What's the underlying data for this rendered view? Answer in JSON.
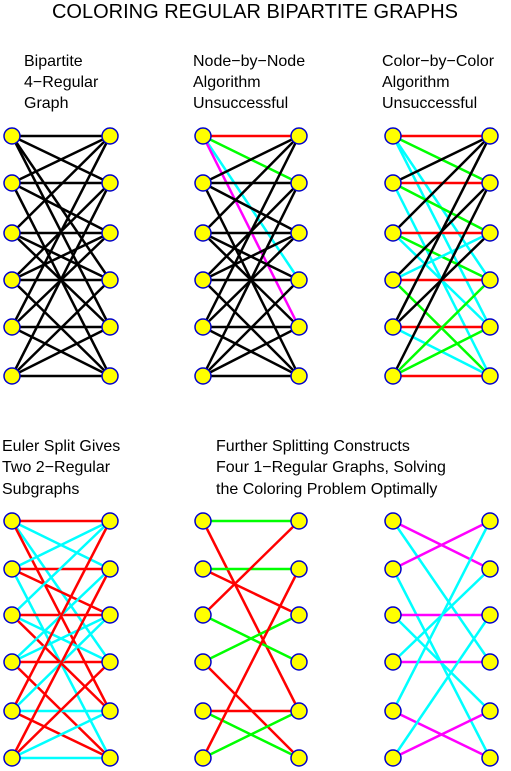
{
  "title": "COLORING REGULAR BIPARTITE GRAPHS",
  "colors": {
    "node_fill": "#ffff00",
    "node_stroke": "#0000cc",
    "black": "#000000",
    "red": "#ff0000",
    "green": "#00ff00",
    "cyan": "#00ffff",
    "magenta": "#ff00ff"
  },
  "panels": [
    {
      "id": "bipartite",
      "caption": [
        "Bipartite",
        "4−Regular",
        "Graph"
      ],
      "edges": [
        [
          0,
          0,
          "black"
        ],
        [
          0,
          1,
          "black"
        ],
        [
          0,
          3,
          "black"
        ],
        [
          0,
          4,
          "black"
        ],
        [
          1,
          0,
          "black"
        ],
        [
          1,
          1,
          "black"
        ],
        [
          1,
          2,
          "black"
        ],
        [
          1,
          5,
          "black"
        ],
        [
          2,
          0,
          "black"
        ],
        [
          2,
          2,
          "black"
        ],
        [
          2,
          3,
          "black"
        ],
        [
          2,
          4,
          "black"
        ],
        [
          3,
          1,
          "black"
        ],
        [
          3,
          2,
          "black"
        ],
        [
          3,
          3,
          "black"
        ],
        [
          3,
          5,
          "black"
        ],
        [
          4,
          0,
          "black"
        ],
        [
          4,
          2,
          "black"
        ],
        [
          4,
          4,
          "black"
        ],
        [
          4,
          5,
          "black"
        ],
        [
          5,
          1,
          "black"
        ],
        [
          5,
          3,
          "black"
        ],
        [
          5,
          4,
          "black"
        ],
        [
          5,
          5,
          "black"
        ]
      ]
    },
    {
      "id": "node-by-node",
      "caption": [
        "Node−by−Node",
        "Algorithm",
        "Unsuccessful"
      ],
      "edges": [
        [
          0,
          0,
          "red"
        ],
        [
          0,
          1,
          "green"
        ],
        [
          0,
          3,
          "cyan"
        ],
        [
          0,
          4,
          "magenta"
        ],
        [
          1,
          0,
          "black"
        ],
        [
          1,
          1,
          "black"
        ],
        [
          1,
          2,
          "black"
        ],
        [
          1,
          5,
          "black"
        ],
        [
          2,
          0,
          "black"
        ],
        [
          2,
          2,
          "black"
        ],
        [
          2,
          3,
          "black"
        ],
        [
          2,
          4,
          "black"
        ],
        [
          3,
          1,
          "black"
        ],
        [
          3,
          2,
          "black"
        ],
        [
          3,
          3,
          "black"
        ],
        [
          3,
          5,
          "black"
        ],
        [
          4,
          0,
          "black"
        ],
        [
          4,
          2,
          "black"
        ],
        [
          4,
          4,
          "black"
        ],
        [
          4,
          5,
          "black"
        ],
        [
          5,
          1,
          "black"
        ],
        [
          5,
          3,
          "black"
        ],
        [
          5,
          4,
          "black"
        ],
        [
          5,
          5,
          "black"
        ]
      ]
    },
    {
      "id": "color-by-color",
      "caption": [
        "Color−by−Color",
        "Algorithm",
        "Unsuccessful"
      ],
      "edges": [
        [
          0,
          0,
          "red"
        ],
        [
          0,
          1,
          "green"
        ],
        [
          0,
          3,
          "cyan"
        ],
        [
          0,
          4,
          "cyan"
        ],
        [
          1,
          0,
          "black"
        ],
        [
          1,
          1,
          "red"
        ],
        [
          1,
          2,
          "green"
        ],
        [
          1,
          5,
          "cyan"
        ],
        [
          2,
          0,
          "black"
        ],
        [
          2,
          2,
          "red"
        ],
        [
          2,
          3,
          "green"
        ],
        [
          2,
          4,
          "cyan"
        ],
        [
          3,
          1,
          "black"
        ],
        [
          3,
          2,
          "cyan"
        ],
        [
          3,
          3,
          "red"
        ],
        [
          3,
          5,
          "green"
        ],
        [
          4,
          0,
          "black"
        ],
        [
          4,
          2,
          "black"
        ],
        [
          4,
          4,
          "red"
        ],
        [
          4,
          5,
          "cyan"
        ],
        [
          5,
          1,
          "black"
        ],
        [
          5,
          3,
          "green"
        ],
        [
          5,
          4,
          "green"
        ],
        [
          5,
          5,
          "red"
        ]
      ]
    },
    {
      "id": "euler-split",
      "caption": [
        "Euler Split Gives",
        "Two 2−Regular",
        "Subgraphs"
      ],
      "edges": [
        [
          0,
          0,
          "red"
        ],
        [
          0,
          1,
          "cyan"
        ],
        [
          0,
          3,
          "cyan"
        ],
        [
          0,
          4,
          "red"
        ],
        [
          1,
          0,
          "cyan"
        ],
        [
          1,
          1,
          "red"
        ],
        [
          1,
          2,
          "red"
        ],
        [
          1,
          5,
          "cyan"
        ],
        [
          2,
          0,
          "cyan"
        ],
        [
          2,
          2,
          "red"
        ],
        [
          2,
          3,
          "cyan"
        ],
        [
          2,
          4,
          "red"
        ],
        [
          3,
          1,
          "cyan"
        ],
        [
          3,
          2,
          "cyan"
        ],
        [
          3,
          3,
          "red"
        ],
        [
          3,
          5,
          "red"
        ],
        [
          4,
          0,
          "red"
        ],
        [
          4,
          2,
          "cyan"
        ],
        [
          4,
          4,
          "cyan"
        ],
        [
          4,
          5,
          "red"
        ],
        [
          5,
          1,
          "red"
        ],
        [
          5,
          3,
          "red"
        ],
        [
          5,
          4,
          "cyan"
        ],
        [
          5,
          5,
          "cyan"
        ]
      ]
    },
    {
      "id": "one-regular-a",
      "caption": [
        "Further Splitting Constructs",
        "Four 1−Regular Graphs, Solving",
        "the Coloring Problem Optimally"
      ],
      "edges": [
        [
          0,
          0,
          "green"
        ],
        [
          0,
          4,
          "red"
        ],
        [
          1,
          1,
          "green"
        ],
        [
          1,
          2,
          "red"
        ],
        [
          2,
          3,
          "green"
        ],
        [
          2,
          0,
          "red"
        ],
        [
          3,
          2,
          "green"
        ],
        [
          3,
          5,
          "red"
        ],
        [
          4,
          5,
          "green"
        ],
        [
          4,
          4,
          "red"
        ],
        [
          5,
          4,
          "green"
        ],
        [
          5,
          1,
          "red"
        ]
      ]
    },
    {
      "id": "one-regular-b",
      "caption": [],
      "edges": [
        [
          0,
          1,
          "magenta"
        ],
        [
          0,
          3,
          "cyan"
        ],
        [
          1,
          0,
          "magenta"
        ],
        [
          1,
          5,
          "cyan"
        ],
        [
          2,
          2,
          "magenta"
        ],
        [
          2,
          4,
          "cyan"
        ],
        [
          3,
          3,
          "magenta"
        ],
        [
          3,
          1,
          "cyan"
        ],
        [
          4,
          5,
          "magenta"
        ],
        [
          4,
          0,
          "cyan"
        ],
        [
          5,
          4,
          "magenta"
        ],
        [
          5,
          2,
          "cyan"
        ]
      ]
    }
  ]
}
